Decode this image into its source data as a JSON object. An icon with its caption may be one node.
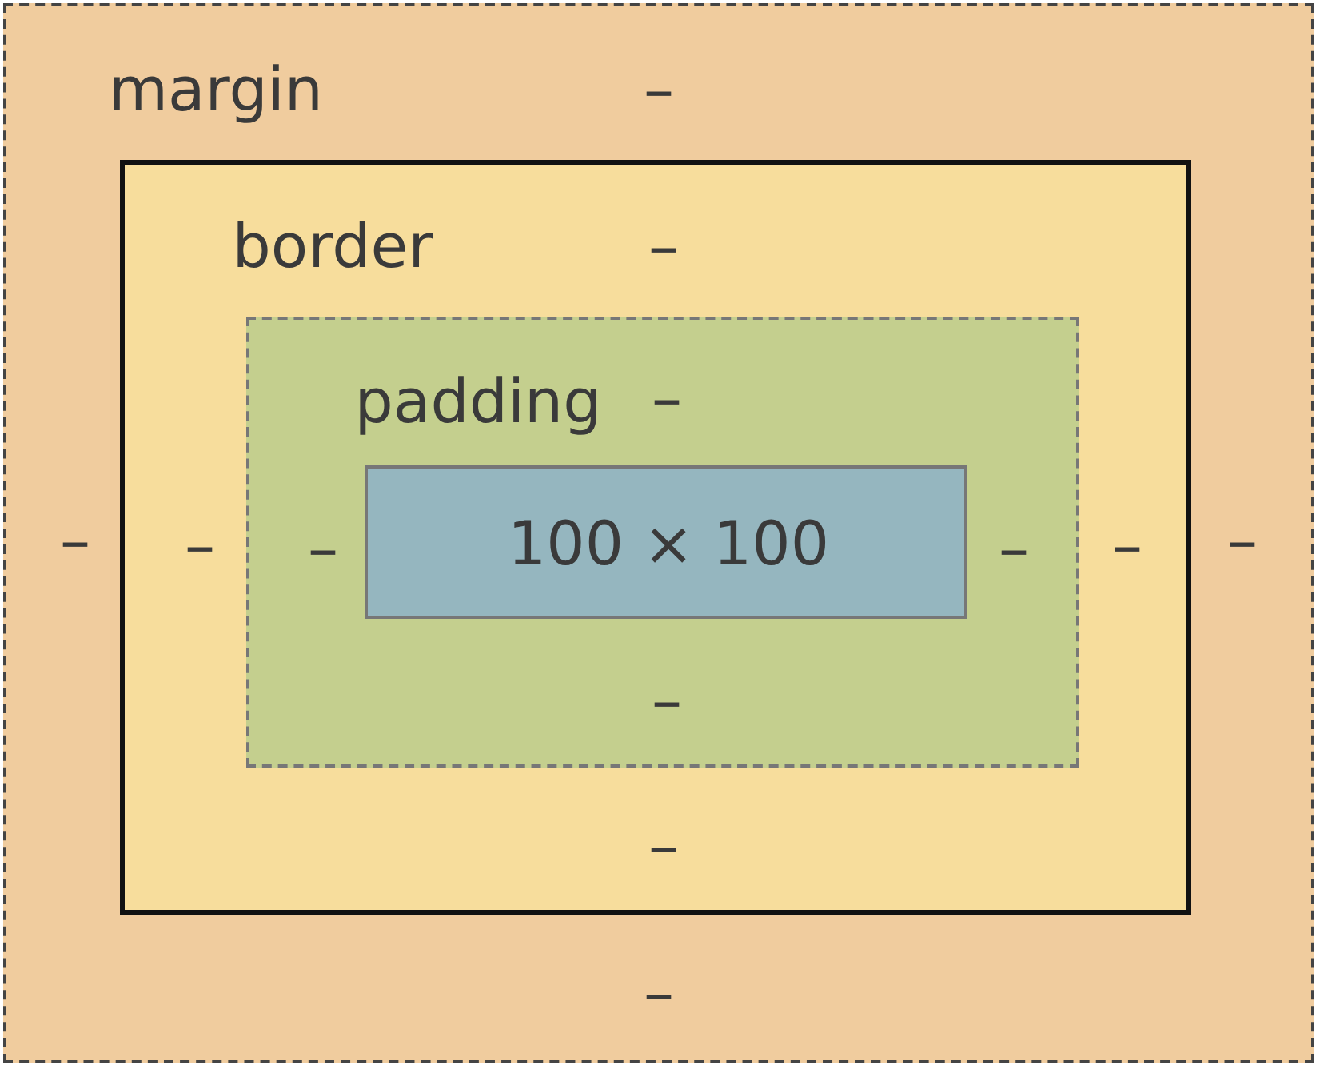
{
  "diagram": {
    "nodes": [
      {
        "text": [
          "margin",
          "–",
          "–",
          "–",
          "–"
        ]
      },
      {
        "text": [
          "border",
          "–",
          "–",
          "–",
          "–"
        ],
        "in": 0
      },
      {
        "text": [
          "padding",
          "–",
          "–",
          "–",
          "–"
        ],
        "in": 1
      },
      {
        "text": [
          "100 × 100"
        ],
        "in": 2
      }
    ]
  }
}
